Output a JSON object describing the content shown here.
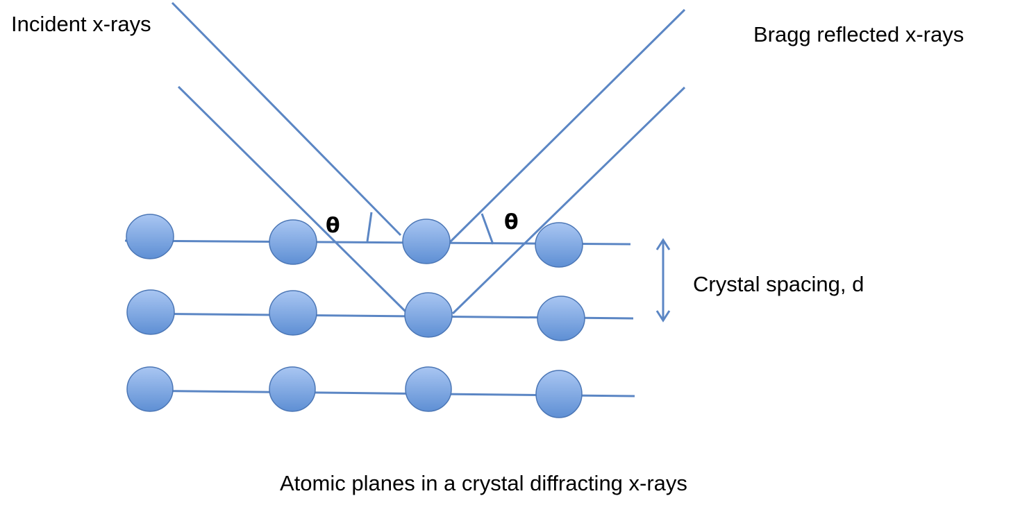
{
  "title": "Atomic planes in a crystal diffracting x-rays",
  "labels": {
    "incident": "Incident x-rays",
    "reflected": "Bragg reflected x-rays",
    "spacing": "Crystal spacing, d",
    "caption": "Atomic planes in a crystal diffracting x-rays"
  },
  "angle_symbols": {
    "incident_angle": "θ",
    "reflected_angle": "θ"
  },
  "crystal": {
    "planes": 3,
    "atoms_per_plane": 4
  },
  "colors": {
    "line": "#5b86c4",
    "atom_top": "#a9c6f2",
    "atom_bottom": "#5e8fd4",
    "atom_stroke": "#4b76b5",
    "text": "#000000"
  }
}
